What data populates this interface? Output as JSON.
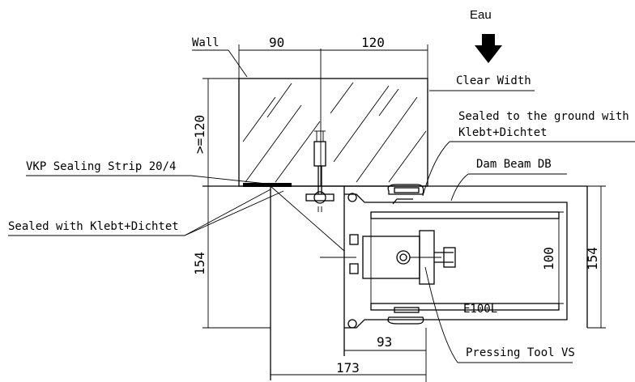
{
  "flow_label": "Eau",
  "labels": {
    "wall": "Wall",
    "clear_width": "Clear Width",
    "sealed_ground_1": "Sealed to the ground with",
    "sealed_ground_2": "Klebt+Dichtet",
    "vkp_strip": "VKP Sealing Strip 20/4",
    "dam_beam": "Dam Beam DB",
    "sealed_with": "Sealed with Klebt+Dichtet",
    "profile": "E100L",
    "pressing_tool": "Pressing Tool VS"
  },
  "dimensions": {
    "wall_left": "90",
    "wall_right": "120",
    "wall_height": ">=120",
    "frame_height_left": "154",
    "beam_height": "100",
    "frame_height_right": "154",
    "bottom_inner": "93",
    "bottom_outer": "173"
  }
}
